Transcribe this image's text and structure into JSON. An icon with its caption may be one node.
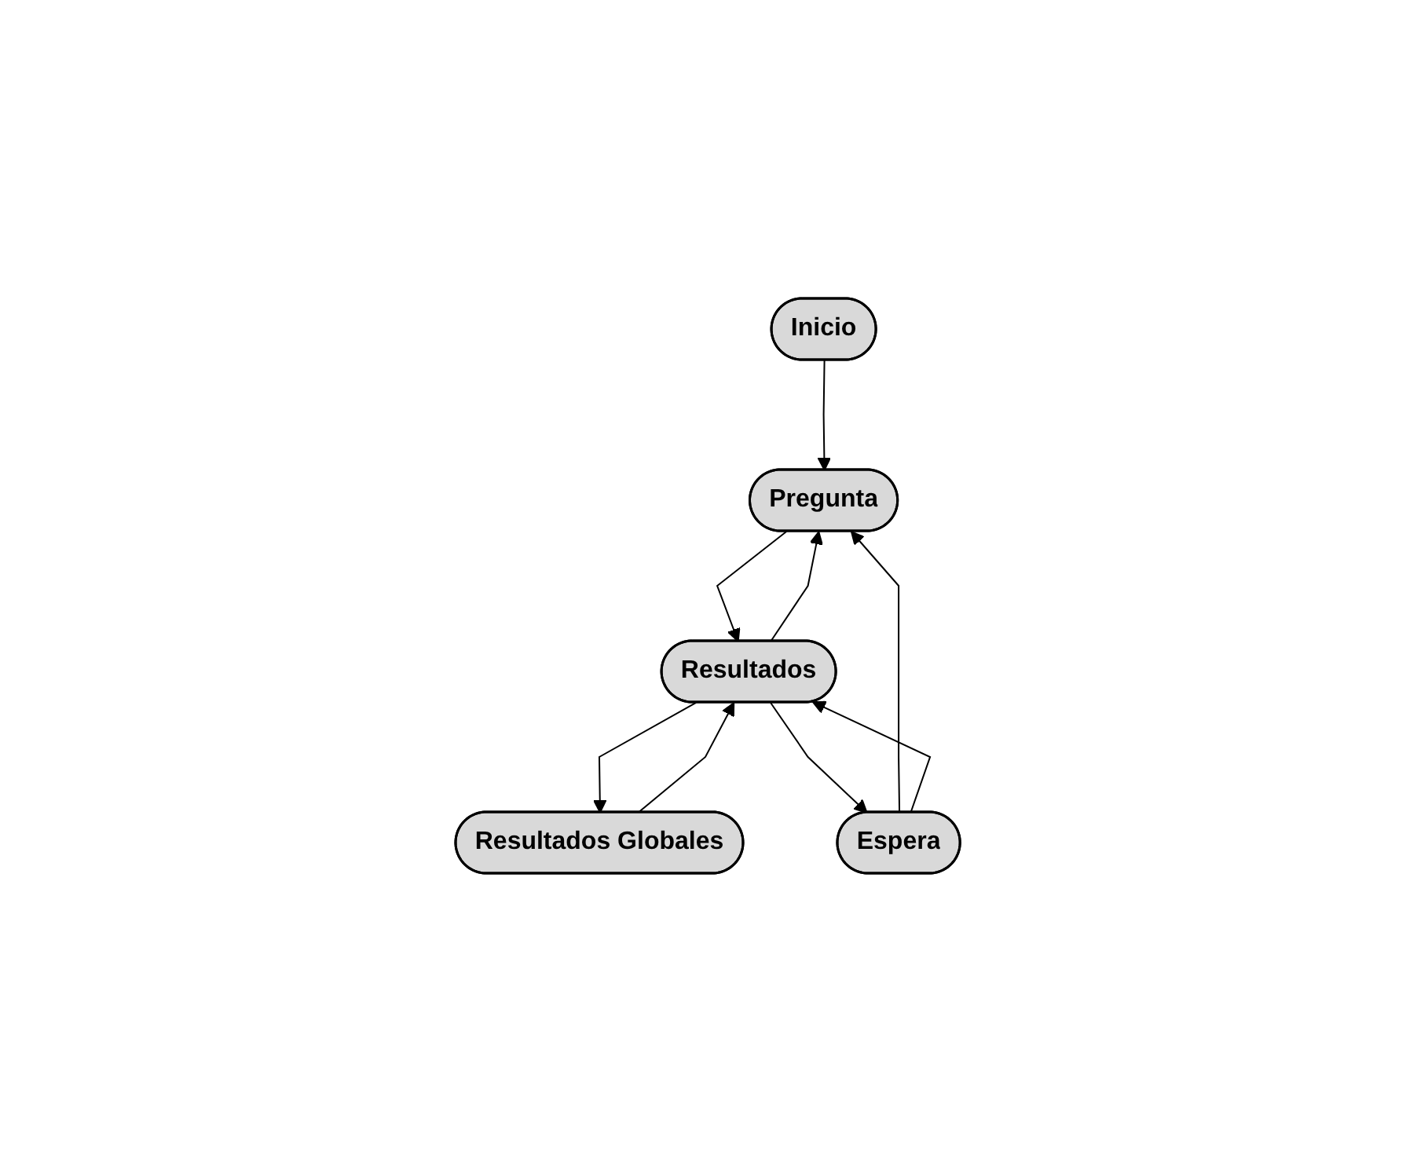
{
  "diagram": {
    "nodes": [
      {
        "text": [
          "Inicio"
        ]
      },
      {
        "text": [
          "Pregunta"
        ]
      },
      {
        "text": [
          "Resultados"
        ]
      },
      {
        "text": [
          "Resultados Globales"
        ]
      },
      {
        "text": [
          "Espera"
        ]
      }
    ],
    "edges": [
      {
        "from": 0,
        "to": 1,
        "arrow": "to"
      },
      {
        "from": 1,
        "to": 2,
        "arrow": "to"
      },
      {
        "from": 2,
        "to": 1,
        "arrow": "to"
      },
      {
        "from": 2,
        "to": 3,
        "arrow": "to"
      },
      {
        "from": 3,
        "to": 2,
        "arrow": "to"
      },
      {
        "from": 2,
        "to": 4,
        "arrow": "to"
      },
      {
        "from": 4,
        "to": 1,
        "arrow": "to"
      },
      {
        "from": 4,
        "to": 2,
        "arrow": "to"
      }
    ]
  }
}
